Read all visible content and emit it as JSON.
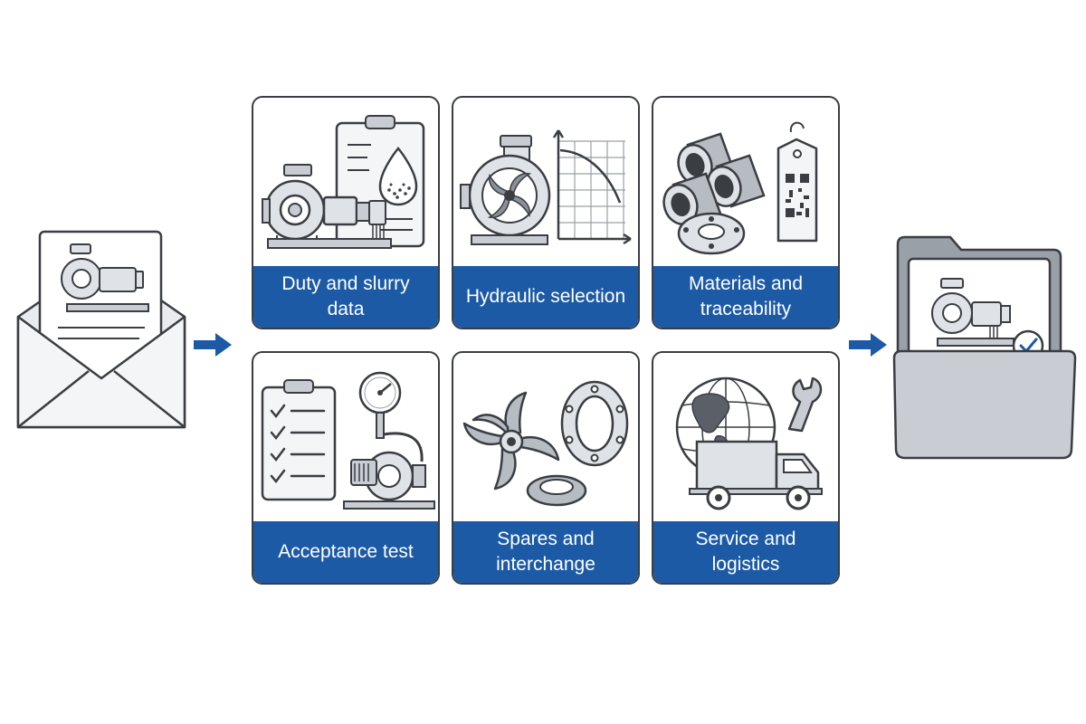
{
  "steps": [
    {
      "id": "duty",
      "label": "Duty and slurry data",
      "icon": "pump-clipboard-drop-icon"
    },
    {
      "id": "hydraulic",
      "label": "Hydraulic selection",
      "icon": "impeller-curve-icon"
    },
    {
      "id": "materials",
      "label": "Materials and traceability",
      "icon": "pipes-qr-tag-icon"
    },
    {
      "id": "acceptance",
      "label": "Acceptance test",
      "icon": "checklist-gauge-pump-icon"
    },
    {
      "id": "spares",
      "label": "Spares and interchange",
      "icon": "impeller-gasket-icon"
    },
    {
      "id": "service",
      "label": "Service and logistics",
      "icon": "globe-truck-wrench-icon"
    }
  ],
  "colors": {
    "accent": "#1c5aa6",
    "outline": "#3a3d42",
    "fill_light": "#eef0f3",
    "fill_mid": "#c9cdd3"
  },
  "input_icon": "envelope-pump-sheet-icon",
  "output_icon": "folder-pump-check-icon"
}
